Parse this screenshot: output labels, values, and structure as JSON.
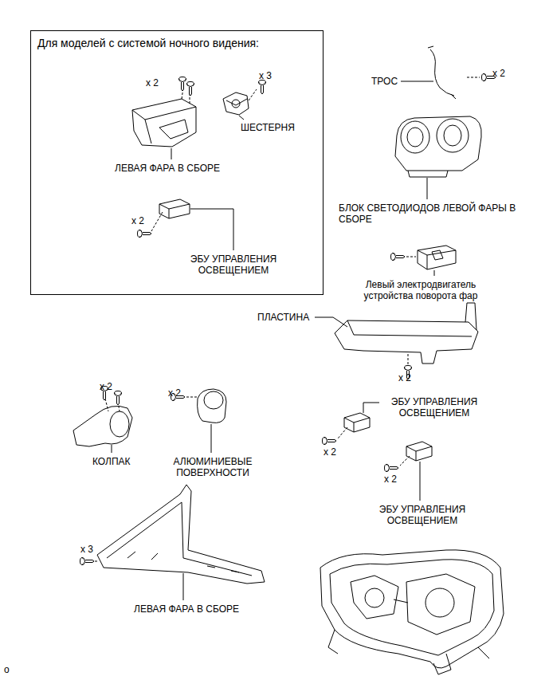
{
  "diagram": {
    "nodes": [
      {
        "text": [
          "Для моделей с системой ночного видения:"
        ]
      }
    ],
    "labels": [
      "x 2",
      "x 3",
      "ШЕСТЕРНЯ",
      "ЛЕВАЯ ФАРА В СБОРЕ",
      "x 2",
      "ЭБУ УПРАВЛЕНИЯ ОСВЕЩЕНИЕМ",
      "ТРОС",
      "x 2",
      "БЛОК СВЕТОДИОДОВ ЛЕВОЙ ФАРЫ В СБОРЕ",
      "Левый электродвигатель устройства поворота фар",
      "ПЛАСТИНА",
      "x 2",
      "x 2",
      "x 2",
      "ЭБУ УПРАВЛЕНИЯ ОСВЕЩЕНИЕМ",
      "x 2",
      "КОЛПАК",
      "АЛЮМИНИЕВЫЕ ПОВЕРХНОСТИ",
      "x 2",
      "ЭБУ УПРАВЛЕНИЯ ОСВЕЩЕНИЕМ",
      "x 3",
      "ЛЕВАЯ ФАРА В СБОРЕ",
      "o"
    ]
  }
}
